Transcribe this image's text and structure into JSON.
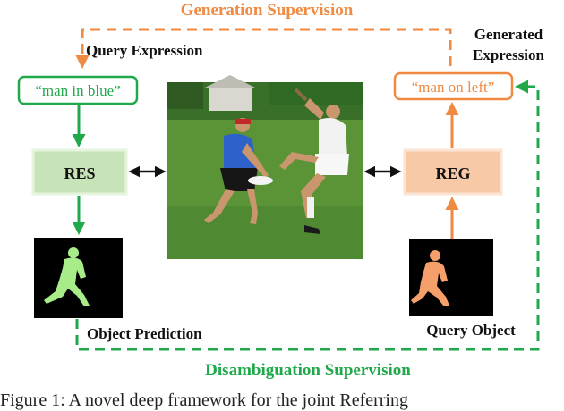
{
  "titles": {
    "generation": "Generation Supervision",
    "disambiguation": "Disambiguation Supervision"
  },
  "labels": {
    "query_expression": "Query Expression",
    "generated_line1": "Generated",
    "generated_line2": "Expression",
    "object_prediction": "Object Prediction",
    "query_object": "Query Object"
  },
  "expressions": {
    "query": "“man in blue”",
    "generated": "“man on left”"
  },
  "modules": {
    "res": "RES",
    "reg": "REG"
  },
  "caption": "Figure 1: A novel deep framework for the joint Referring",
  "colors": {
    "generation": "#f08a40",
    "disambiguation": "#1fa94a",
    "res_fill": "#c6e4b7",
    "reg_fill": "#f7c9a6",
    "green_mask": "#a8ec8a",
    "orange_mask": "#f5a06a"
  }
}
